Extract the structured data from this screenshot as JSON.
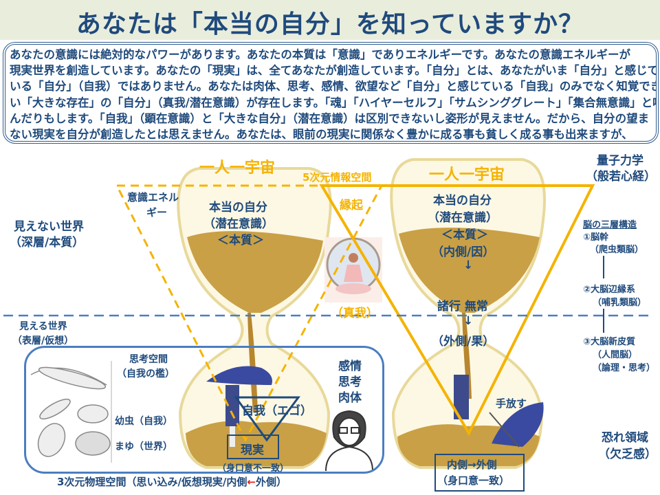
{
  "title": "あなたは「本当の自分」を知っていますか？",
  "intro_lines": [
    "あなたの意識には絶対的なパワーがあります。あなたの本質は「意識」でありエネルギーです。あなたの意識エネルギーが",
    "現実世界を創造しています。あなたの「現実」は、全てあなたが創造しています。「自分」とは、あなたがいま「自分」と感じて",
    "いる「自分」（自我）ではありません。あなたは肉体、思考、感情、欲望など「自分」と感じている「自我」のみでなく知覚できな",
    "い「大きな存在」の「自分」（真我/潜在意識）が存在します。「魂」「ハイヤーセルフ」「サムシンググレート」「集合無意識」と呼",
    "んだりもします。「自我」（顕在意識）と「大きな自分」（潜在意識）は区別できないし姿形が見えません。だから、自分の望ま",
    "ない現実を自分が創造したとは思えません。あなたは、眼前の現実に関係なく豊かに成る事も貧しく成る事も出来ますが、"
  ],
  "left_side": {
    "invisible_world": "見えない世界",
    "invisible_world_sub": "（深層/本質）",
    "visible_world": "見える世界",
    "visible_world_sub": "（表層/仮想）"
  },
  "left_hourglass": {
    "universe": "一人一宇宙",
    "energy_1": "意識エネル",
    "energy_2": "ギー",
    "true_self": "本当の自分",
    "subconscious": "（潜在意識）",
    "essence": "＜本質＞",
    "thought_space": "思考空間",
    "ego_cage": "（自我の檻）",
    "larva": "幼虫（自我）",
    "cocoon": "まゆ（世界）",
    "ego": "自我（エゴ）",
    "reality": "現実",
    "mismatch": "（身口意不一致）",
    "emotion": "感情",
    "thought": "思考",
    "body": "肉体",
    "physical_space": "3次元物理空間（思い込み/仮想現実/内側",
    "arrow": "←",
    "outside": "外側）"
  },
  "center": {
    "info_space": "5次元情報空間",
    "dependent_origination": "縁起",
    "true_ego": "（真我）"
  },
  "right_hourglass": {
    "universe": "一人一宇宙",
    "true_self": "本当の自分",
    "subconscious": "（潜在意識）",
    "essence": "＜本質＞",
    "inside_cause": "（内側/因）",
    "arrow1": "↓",
    "impermanence": "諸行 無常",
    "arrow2": "↓",
    "outside_effect": "（外側/果）",
    "let_go": "手放す",
    "in_to_out": "内側→外側",
    "match": "（身口意一致）"
  },
  "right_side": {
    "quantum": "量子力学",
    "heart_sutra": "（般若心経）",
    "brain_title": "脳の三層構造",
    "brain1": "①脳幹",
    "brain1_sub": "（爬虫類脳）",
    "brain2": "②大脳辺縁系",
    "brain2_sub": "（哺乳類脳）",
    "brain3": "③大脳新皮質",
    "brain3_sub": "（人間脳）",
    "brain3_sub2": "（論理・思考）",
    "fear": "恐れ領域",
    "lack": "（欠乏感）"
  },
  "colors": {
    "navy": "#1f4a7c",
    "orange": "#f5b300",
    "blue_line": "#4a7ebf",
    "header_bg": "#e9eddc",
    "red_arrow": "#e02020"
  }
}
